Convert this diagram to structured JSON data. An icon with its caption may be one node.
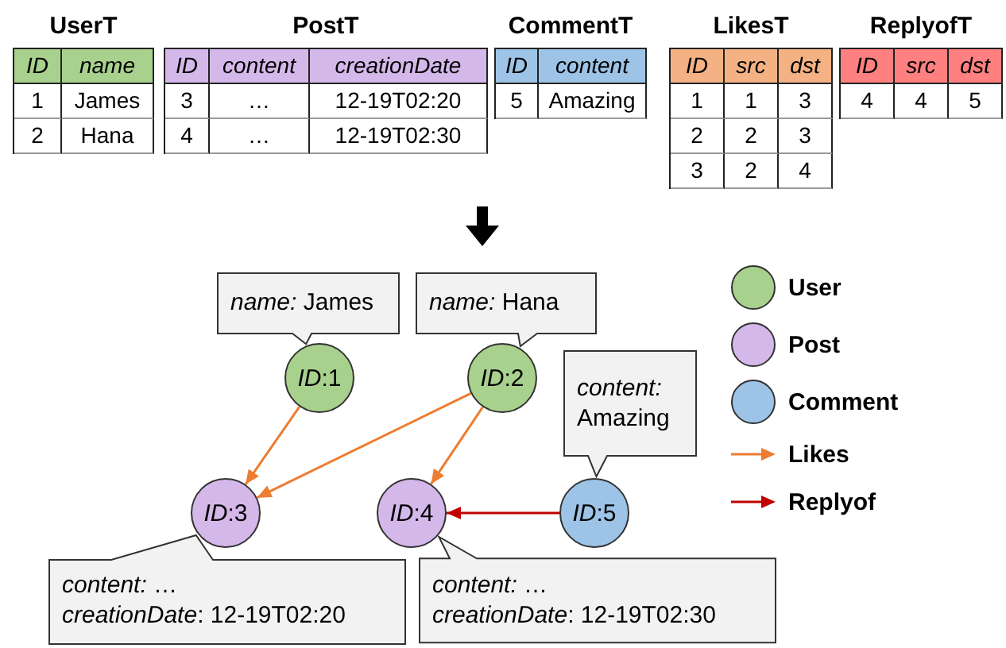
{
  "diagram": {
    "nodes": [
      {
        "text": [
          "*name:* James"
        ]
      },
      {
        "text": [
          "*name:* Hana"
        ]
      },
      {
        "text": [
          "*ID*:1"
        ]
      },
      {
        "text": [
          "*ID*:2"
        ]
      },
      {
        "text": [
          "*content:* Amazing"
        ]
      },
      {
        "text": [
          "*ID*:3"
        ]
      },
      {
        "text": [
          "*ID*:4"
        ]
      },
      {
        "text": [
          "*ID*:5"
        ]
      },
      {
        "text": [
          "*content:* …",
          "*creationDate*: 12-19T02:20"
        ]
      },
      {
        "text": [
          "*content:* …",
          "*creationDate*: 12-19T02:30"
        ]
      }
    ],
    "edges": [
      {
        "from": 2,
        "to": 5,
        "arrow": "to",
        "color": "#ed7d31"
      },
      {
        "from": 3,
        "to": 5,
        "arrow": "to",
        "color": "#ed7d31"
      },
      {
        "from": 3,
        "to": 6,
        "arrow": "to",
        "color": "#ed7d31"
      },
      {
        "from": 7,
        "to": 6,
        "arrow": "to",
        "color": "#c00000"
      }
    ],
    "labels": [
      "UserT",
      "ID",
      "name",
      "1",
      "James",
      "2",
      "Hana",
      "PostT",
      "ID",
      "content",
      "creationDate",
      "3",
      "…",
      "12-19T02:20",
      "4",
      "…",
      "12-19T02:30",
      "CommentT",
      "ID",
      "content",
      "5",
      "Amazing",
      "LikesT",
      "ID",
      "src",
      "dst",
      "1",
      "1",
      "3",
      "2",
      "2",
      "3",
      "3",
      "2",
      "4",
      "ReplyofT",
      "ID",
      "src",
      "dst",
      "4",
      "4",
      "5"
    ],
    "legend": [
      {
        "text": "User",
        "color": "#a9d18e"
      },
      {
        "text": "Post",
        "color": "#d5b8ea"
      },
      {
        "text": "Comment",
        "color": "#9dc3e6"
      },
      {
        "text": "Likes"
      },
      {
        "text": "Replyof"
      }
    ]
  }
}
